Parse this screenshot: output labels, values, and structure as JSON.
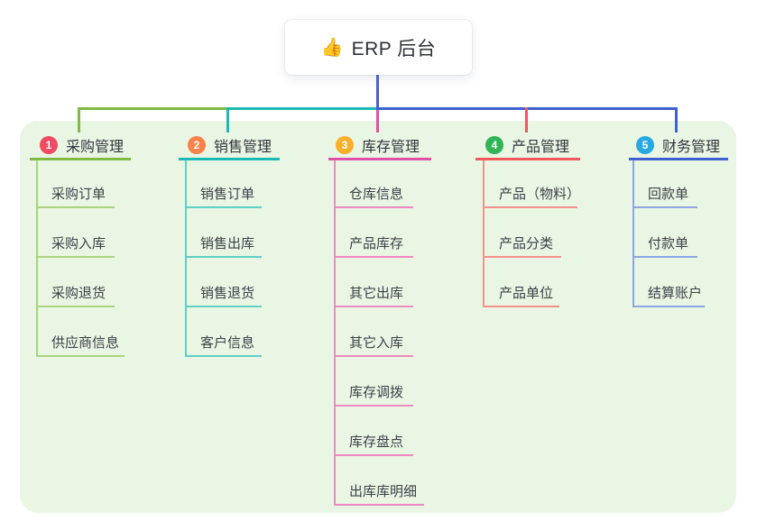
{
  "root": {
    "icon": "👍",
    "label": "ERP 后台"
  },
  "connectors": {
    "trunk_color": "#4b60d1"
  },
  "panel": {
    "bg": "#eaf6e4"
  },
  "branches": [
    {
      "num": "1",
      "label": "采购管理",
      "badge_color": "#ef4b63",
      "line_color": "#80ba45",
      "child_line_color": "#a9d47d",
      "children": [
        "采购订单",
        "采购入库",
        "采购退货",
        "供应商信息"
      ]
    },
    {
      "num": "2",
      "label": "销售管理",
      "badge_color": "#f9824b",
      "line_color": "#1cb9b4",
      "child_line_color": "#5ed0c8",
      "children": [
        "销售订单",
        "销售出库",
        "销售退货",
        "客户信息"
      ]
    },
    {
      "num": "3",
      "label": "库存管理",
      "badge_color": "#f8af2c",
      "line_color": "#df50a6",
      "child_line_color": "#ee89c2",
      "children": [
        "仓库信息",
        "产品库存",
        "其它出库",
        "其它入库",
        "库存调拨",
        "库存盘点",
        "出库库明细"
      ]
    },
    {
      "num": "4",
      "label": "产品管理",
      "badge_color": "#30b457",
      "line_color": "#f2575c",
      "child_line_color": "#f5918c",
      "children": [
        "产品（物料）",
        "产品分类",
        "产品单位"
      ]
    },
    {
      "num": "5",
      "label": "财务管理",
      "badge_color": "#2aa8e0",
      "line_color": "#3d61d0",
      "child_line_color": "#8da5e1",
      "children": [
        "回款单",
        "付款单",
        "结算账户"
      ]
    }
  ]
}
